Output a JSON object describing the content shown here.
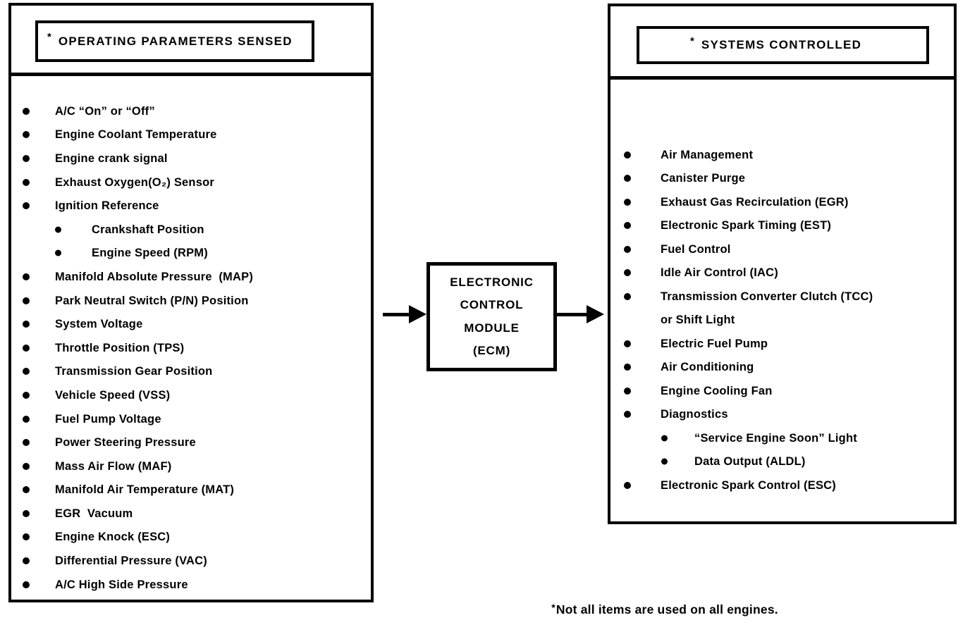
{
  "diagram": {
    "left_panel": {
      "header_asterisk": "*",
      "header_title": "OPERATING PARAMETERS SENSED",
      "items": [
        {
          "label": "A/C “On” or “Off”",
          "level": 0
        },
        {
          "label": "Engine Coolant Temperature",
          "level": 0
        },
        {
          "label": "Engine crank signal",
          "level": 0
        },
        {
          "label": "Exhaust Oxygen(O₂) Sensor",
          "level": 0
        },
        {
          "label": "Ignition Reference",
          "level": 0
        },
        {
          "label": "Crankshaft Position",
          "level": 1
        },
        {
          "label": "Engine Speed (RPM)",
          "level": 1
        },
        {
          "label": "Manifold Absolute Pressure  (MAP)",
          "level": 0
        },
        {
          "label": "Park Neutral Switch (P/N) Position",
          "level": 0
        },
        {
          "label": "System Voltage",
          "level": 0
        },
        {
          "label": "Throttle Position (TPS)",
          "level": 0
        },
        {
          "label": "Transmission Gear Position",
          "level": 0
        },
        {
          "label": "Vehicle Speed (VSS)",
          "level": 0
        },
        {
          "label": "Fuel Pump Voltage",
          "level": 0
        },
        {
          "label": "Power Steering Pressure",
          "level": 0
        },
        {
          "label": "Mass Air Flow (MAF)",
          "level": 0
        },
        {
          "label": "Manifold Air Temperature (MAT)",
          "level": 0
        },
        {
          "label": "EGR  Vacuum",
          "level": 0
        },
        {
          "label": "Engine Knock (ESC)",
          "level": 0
        },
        {
          "label": "Differential Pressure (VAC)",
          "level": 0
        },
        {
          "label": "A/C High Side Pressure",
          "level": 0
        }
      ]
    },
    "ecm_box": {
      "lines": [
        "ELECTRONIC",
        "CONTROL",
        "MODULE",
        "(ECM)"
      ]
    },
    "right_panel": {
      "header_asterisk": "*",
      "header_title": "SYSTEMS CONTROLLED",
      "items": [
        {
          "label": "Air Management",
          "level": 0
        },
        {
          "label": "Canister Purge",
          "level": 0
        },
        {
          "label": "Exhaust Gas Recirculation (EGR)",
          "level": 0
        },
        {
          "label": "Electronic Spark Timing (EST)",
          "level": 0
        },
        {
          "label": "Fuel Control",
          "level": 0
        },
        {
          "label": "Idle Air Control (IAC)",
          "level": 0
        },
        {
          "label": "Transmission Converter Clutch (TCC)",
          "level": 0
        },
        {
          "label": "or Shift Light",
          "level": 0,
          "continuation": true
        },
        {
          "label": "Electric Fuel Pump",
          "level": 0
        },
        {
          "label": "Air Conditioning",
          "level": 0
        },
        {
          "label": "Engine Cooling Fan",
          "level": 0
        },
        {
          "label": "Diagnostics",
          "level": 0
        },
        {
          "label": "“Service Engine Soon” Light",
          "level": 1
        },
        {
          "label": "Data Output (ALDL)",
          "level": 1
        },
        {
          "label": "Electronic Spark Control (ESC)",
          "level": 0
        }
      ]
    },
    "footnote": {
      "asterisk": "*",
      "text": "Not all items are used on all engines."
    },
    "colors": {
      "ink": "#000000",
      "background": "#ffffff"
    }
  }
}
